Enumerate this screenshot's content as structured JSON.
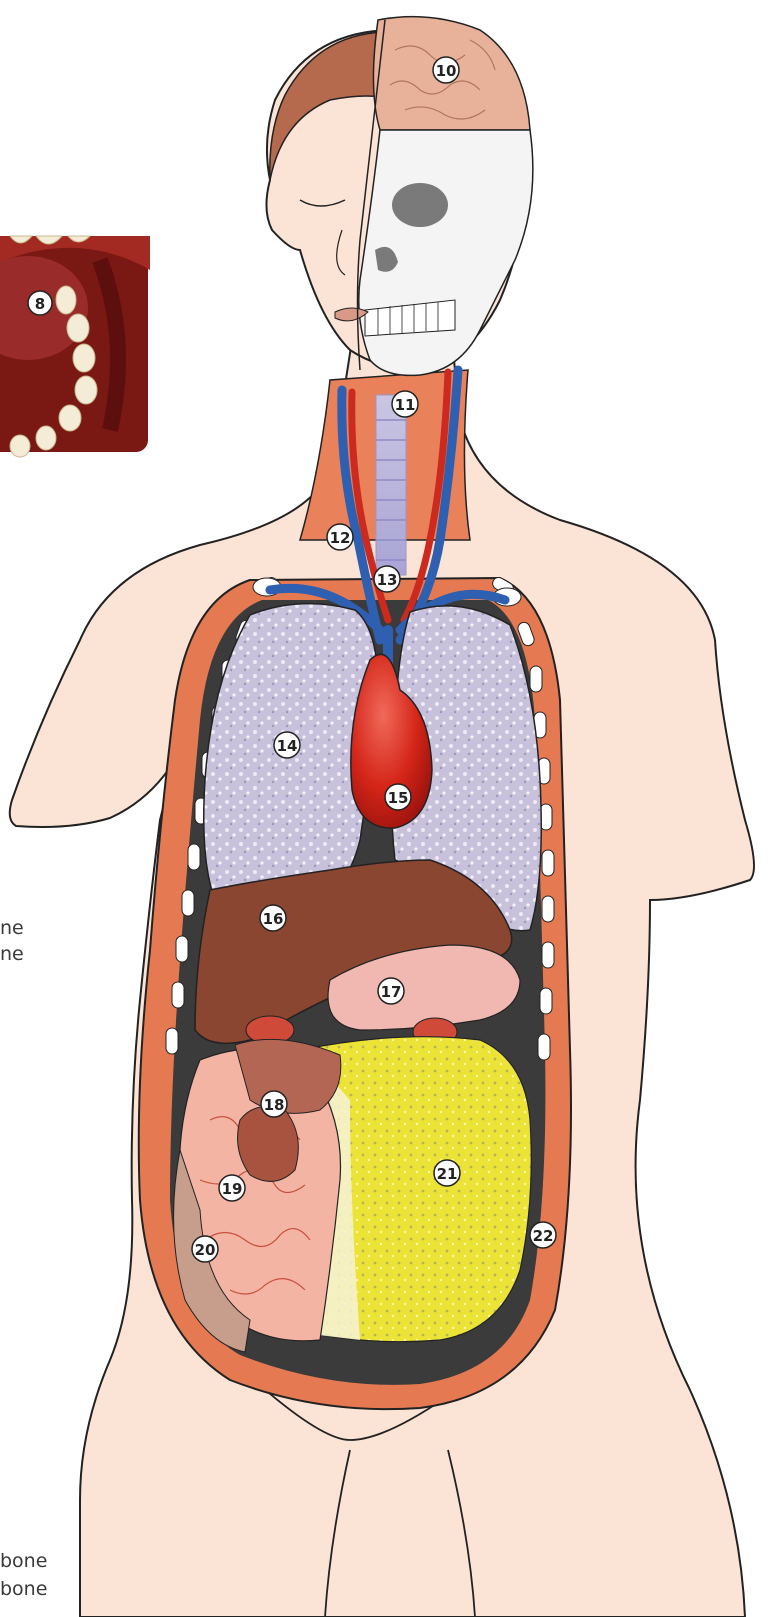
{
  "labels": {
    "8": "8",
    "10": "10",
    "11": "11",
    "12": "12",
    "13": "13",
    "14": "14",
    "15": "15",
    "16": "16",
    "17": "17",
    "18": "18",
    "19": "19",
    "20": "20",
    "21": "21",
    "22": "22"
  },
  "margin_text": {
    "line1": "ne",
    "line2": "ne",
    "line3": "bone",
    "line4": "bone"
  },
  "colors": {
    "skin": "#fbe3d6",
    "outline": "#222222",
    "muscle": "#e9825a",
    "lung": "#c9c3dd",
    "heart": "#d8261c",
    "liver": "#8a4630",
    "stomach": "#f0b8b0",
    "intestine": "#f4b4a4",
    "omentum": "#f0e040",
    "vein": "#2f5fb0",
    "artery": "#cc2a1e",
    "brain": "#e8b19a",
    "skull": "#f4f4f4",
    "hair": "#b56a4e"
  }
}
